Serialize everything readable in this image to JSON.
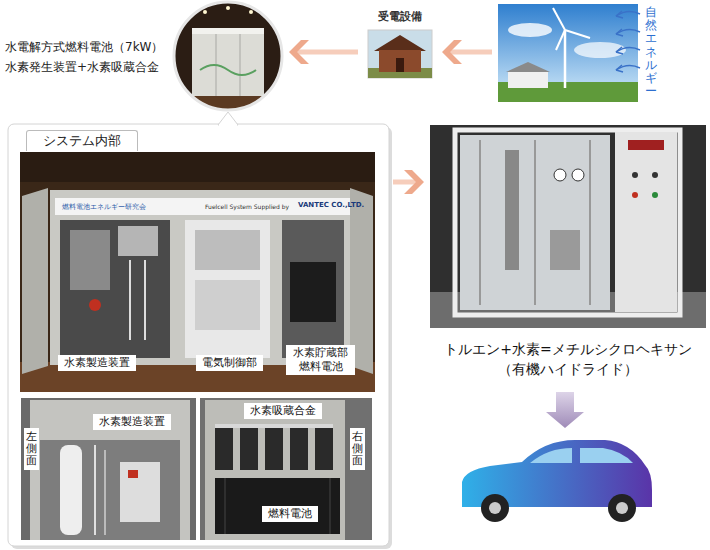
{
  "diagram": {
    "nodes": [
      {
        "text": [
          "水電解方式燃料電池（7kW）",
          "水素発生装置+水素吸蔵合金"
        ]
      },
      {
        "text": [
          "受電設備"
        ]
      },
      {
        "text": [
          "自然エネルギー"
        ]
      },
      {
        "text": [
          "システム内部"
        ]
      },
      {
        "text": [
          "水素製造装置",
          "電気制御部",
          "水素貯蔵部 燃料電池"
        ],
        "in": 3
      },
      {
        "text": [
          "水素製造装置",
          "左側面"
        ],
        "in": 3
      },
      {
        "text": [
          "水素吸蔵合金",
          "燃料電池",
          "右側面"
        ],
        "in": 3
      },
      {
        "text": [
          "トルエン+水素=メチルシクロヘキサン （有機ハイドライド）"
        ]
      }
    ],
    "edges": [
      {
        "from": 1,
        "to": 0,
        "arrow": "to"
      },
      {
        "from": 2,
        "to": 1,
        "arrow": "to"
      },
      {
        "from": 3,
        "to": 7,
        "arrow": "to"
      }
    ],
    "labels": [
      "燃料電池エネルギー研究会",
      "Fuelcell System Supplied by",
      "VANTEC CO.,LTD."
    ]
  }
}
